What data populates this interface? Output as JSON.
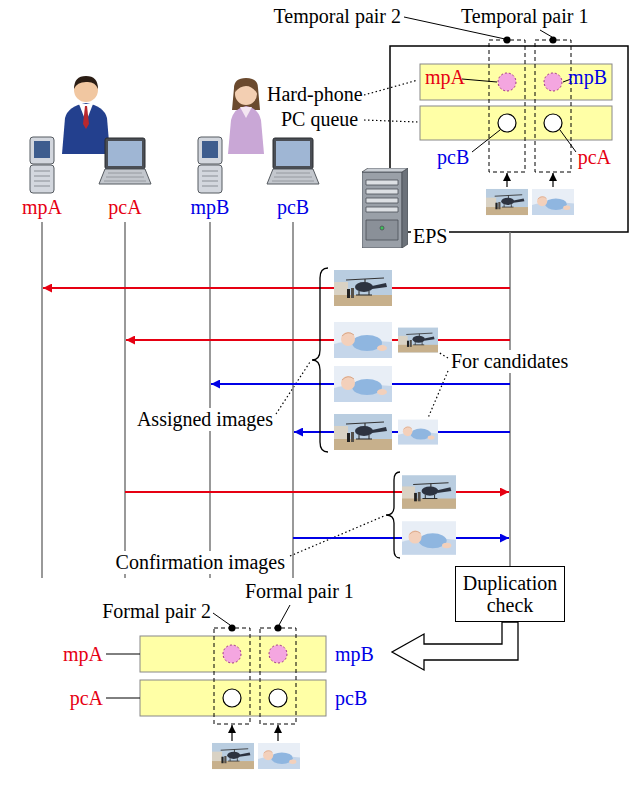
{
  "diagram": {
    "nodes": [
      {
        "text": [
          "EPS"
        ]
      },
      {
        "text": [
          "Duplication check"
        ]
      }
    ],
    "labels": [
      "Temporal pair 2",
      "Temporal pair 1",
      "Hard-phone",
      "mpA",
      "mpB",
      "PC queue",
      "pcB",
      "pcA",
      "mpA",
      "pcA",
      "mpB",
      "pcB",
      "For candidates",
      "Assigned images",
      "Confirmation images",
      "Formal pair 2",
      "Formal pair 1",
      "mpA",
      "mpB",
      "pcA",
      "pcB"
    ]
  }
}
